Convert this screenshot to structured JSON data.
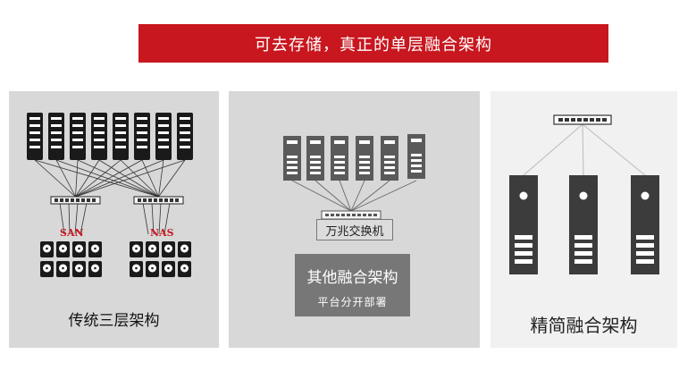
{
  "banner": {
    "title": "可去存储，真正的单层融合架构"
  },
  "panels": [
    {
      "caption": "传统三层架构",
      "san_label": "SAN",
      "nas_label": "NAS"
    },
    {
      "switch_label": "万兆交换机",
      "box_title": "其他融合架构",
      "box_subtitle": "平台分开部署"
    },
    {
      "caption": "精简融合架构"
    }
  ],
  "colors": {
    "accent": "#c8171f",
    "panel_bg": "#d8d8d8",
    "panel_light_bg": "#f1f1f1",
    "server_dark": "#1a1a1a",
    "server_grey": "#5a5a5a",
    "box_grey": "#777777"
  }
}
